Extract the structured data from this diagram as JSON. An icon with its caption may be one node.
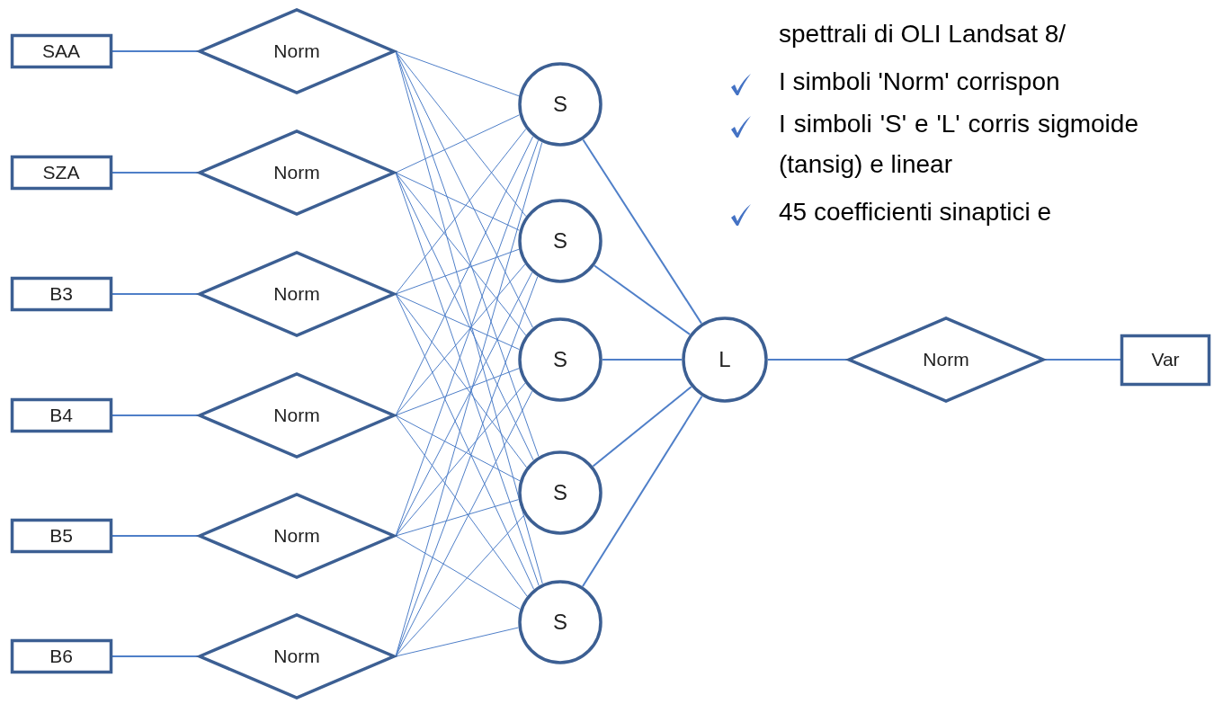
{
  "diagram": {
    "nodes": [
      {
        "text": [
          "SAA"
        ]
      },
      {
        "text": [
          "SZA"
        ]
      },
      {
        "text": [
          "B3"
        ]
      },
      {
        "text": [
          "B4"
        ]
      },
      {
        "text": [
          "B5"
        ]
      },
      {
        "text": [
          "B6"
        ]
      },
      {
        "text": [
          "Norm"
        ]
      },
      {
        "text": [
          "Norm"
        ]
      },
      {
        "text": [
          "Norm"
        ]
      },
      {
        "text": [
          "Norm"
        ]
      },
      {
        "text": [
          "Norm"
        ]
      },
      {
        "text": [
          "Norm"
        ]
      },
      {
        "text": [
          "S"
        ]
      },
      {
        "text": [
          "S"
        ]
      },
      {
        "text": [
          "S"
        ]
      },
      {
        "text": [
          "S"
        ]
      },
      {
        "text": [
          "S"
        ]
      },
      {
        "text": [
          "L"
        ]
      },
      {
        "text": [
          "Norm"
        ]
      },
      {
        "text": [
          "Var"
        ]
      }
    ],
    "edges": [
      {
        "from": 0,
        "to": 6,
        "arrow": "none"
      },
      {
        "from": 1,
        "to": 7,
        "arrow": "none"
      },
      {
        "from": 2,
        "to": 8,
        "arrow": "none"
      },
      {
        "from": 3,
        "to": 9,
        "arrow": "none"
      },
      {
        "from": 4,
        "to": 10,
        "arrow": "none"
      },
      {
        "from": 5,
        "to": 11,
        "arrow": "none"
      },
      {
        "from": 6,
        "to": 12,
        "arrow": "none"
      },
      {
        "from": 6,
        "to": 13,
        "arrow": "none"
      },
      {
        "from": 6,
        "to": 14,
        "arrow": "none"
      },
      {
        "from": 6,
        "to": 15,
        "arrow": "none"
      },
      {
        "from": 6,
        "to": 16,
        "arrow": "none"
      },
      {
        "from": 7,
        "to": 12,
        "arrow": "none"
      },
      {
        "from": 7,
        "to": 13,
        "arrow": "none"
      },
      {
        "from": 7,
        "to": 14,
        "arrow": "none"
      },
      {
        "from": 7,
        "to": 15,
        "arrow": "none"
      },
      {
        "from": 7,
        "to": 16,
        "arrow": "none"
      },
      {
        "from": 8,
        "to": 12,
        "arrow": "none"
      },
      {
        "from": 8,
        "to": 13,
        "arrow": "none"
      },
      {
        "from": 8,
        "to": 14,
        "arrow": "none"
      },
      {
        "from": 8,
        "to": 15,
        "arrow": "none"
      },
      {
        "from": 8,
        "to": 16,
        "arrow": "none"
      },
      {
        "from": 9,
        "to": 12,
        "arrow": "none"
      },
      {
        "from": 9,
        "to": 13,
        "arrow": "none"
      },
      {
        "from": 9,
        "to": 14,
        "arrow": "none"
      },
      {
        "from": 9,
        "to": 15,
        "arrow": "none"
      },
      {
        "from": 9,
        "to": 16,
        "arrow": "none"
      },
      {
        "from": 10,
        "to": 12,
        "arrow": "none"
      },
      {
        "from": 10,
        "to": 13,
        "arrow": "none"
      },
      {
        "from": 10,
        "to": 14,
        "arrow": "none"
      },
      {
        "from": 10,
        "to": 15,
        "arrow": "none"
      },
      {
        "from": 10,
        "to": 16,
        "arrow": "none"
      },
      {
        "from": 11,
        "to": 12,
        "arrow": "none"
      },
      {
        "from": 11,
        "to": 13,
        "arrow": "none"
      },
      {
        "from": 11,
        "to": 14,
        "arrow": "none"
      },
      {
        "from": 11,
        "to": 15,
        "arrow": "none"
      },
      {
        "from": 11,
        "to": 16,
        "arrow": "none"
      },
      {
        "from": 12,
        "to": 17,
        "arrow": "none"
      },
      {
        "from": 13,
        "to": 17,
        "arrow": "none"
      },
      {
        "from": 14,
        "to": 17,
        "arrow": "none"
      },
      {
        "from": 15,
        "to": 17,
        "arrow": "none"
      },
      {
        "from": 16,
        "to": 17,
        "arrow": "none"
      },
      {
        "from": 17,
        "to": 18,
        "arrow": "none"
      },
      {
        "from": 18,
        "to": 19,
        "arrow": "none"
      }
    ],
    "labels": [
      "spettrali di OLI Landsat 8/",
      "I simboli 'Norm' corrispon",
      "I simboli 'S' e 'L' corris sigmoide (tansig) e linear",
      "45 coefficienti sinaptici e"
    ]
  }
}
